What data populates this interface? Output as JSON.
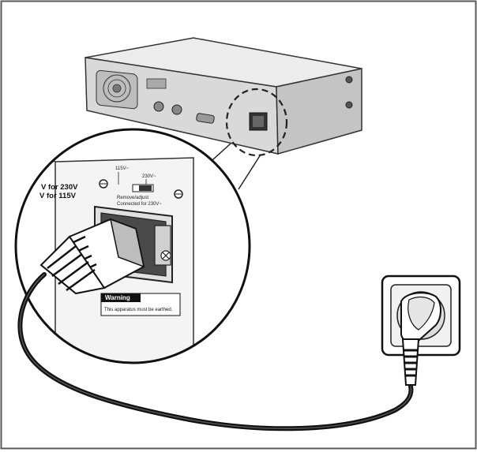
{
  "labels": {
    "voltage_230": "V for 230V",
    "voltage_115": "V for 115V",
    "selector_115": "115V~",
    "selector_230": "230V~",
    "selector_note_1": "Remove/adjust",
    "selector_note_2": "Connected for 230V~",
    "warning_title": "Warning",
    "warning_text": "This apparatus must be earthed."
  },
  "colors": {
    "ink": "#111111",
    "outline": "#333333",
    "panel_fill": "#f2f2f2",
    "device_top": "#e9e9e9",
    "device_front": "#d6d6d6",
    "frame": "#5a5a5a"
  },
  "icons": {
    "ground": "ground-symbol-icon",
    "fuse": "fuse-icon"
  }
}
